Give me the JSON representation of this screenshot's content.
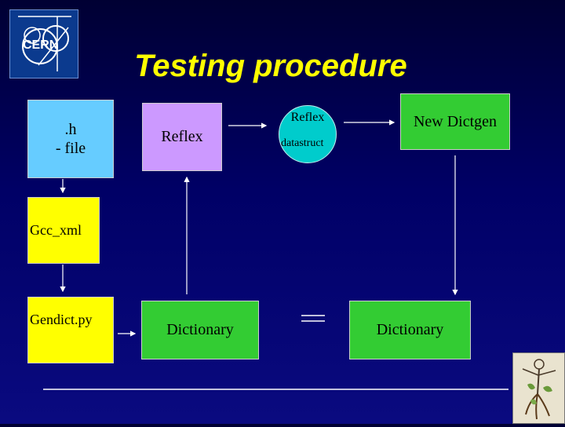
{
  "header": {
    "title": "Testing procedure"
  },
  "logo": {
    "text": "CERN"
  },
  "diagram": {
    "h_file": ".h\n- file",
    "reflex_box": "Reflex",
    "circle_top": "Reflex",
    "circle_bottom": "datastruct",
    "new_dictgen": "New Dictgen",
    "gcc_xml": "Gcc_xml",
    "gendict": "Gendict.py",
    "dictionary_left": "Dictionary",
    "dictionary_right": "Dictionary"
  },
  "colors": {
    "title": "#ffff00",
    "h_box": "#66ccff",
    "reflex_box": "#cc99ff",
    "circle": "#00cccc",
    "green": "#33cc33",
    "yellow": "#ffff00"
  }
}
